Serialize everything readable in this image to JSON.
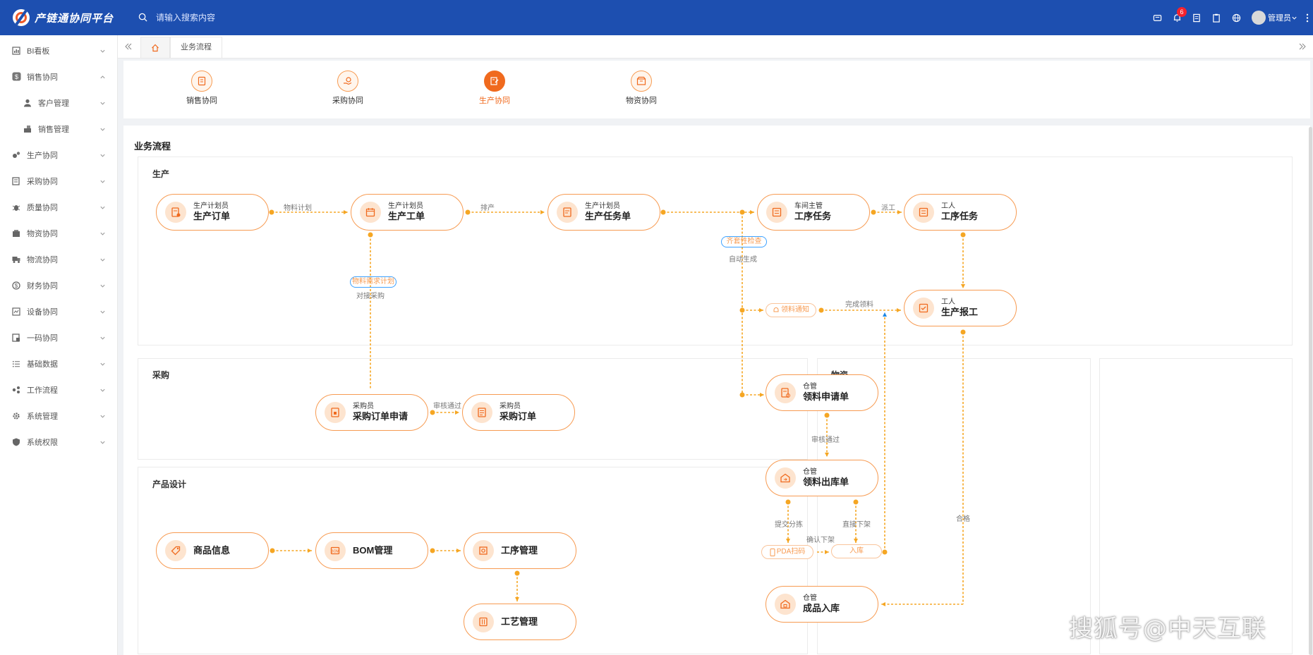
{
  "app": {
    "title": "产链通协同平台"
  },
  "search": {
    "placeholder": "请输入搜索内容"
  },
  "header": {
    "notification_count": "6",
    "user_name": "管理员"
  },
  "sidebar": {
    "items": [
      {
        "label": "BI看板",
        "icon": "bi-dashboard-icon"
      },
      {
        "label": "销售协同",
        "icon": "dollar-icon"
      },
      {
        "label": "客户管理",
        "icon": "user-icon"
      },
      {
        "label": "销售管理",
        "icon": "sales-icon"
      },
      {
        "label": "生产协同",
        "icon": "production-icon"
      },
      {
        "label": "采购协同",
        "icon": "purchase-icon"
      },
      {
        "label": "质量协同",
        "icon": "bug-icon"
      },
      {
        "label": "物资协同",
        "icon": "material-icon"
      },
      {
        "label": "物流协同",
        "icon": "truck-icon"
      },
      {
        "label": "财务协同",
        "icon": "finance-icon"
      },
      {
        "label": "设备协同",
        "icon": "device-icon"
      },
      {
        "label": "一码协同",
        "icon": "code-icon"
      },
      {
        "label": "基础数据",
        "icon": "list-icon"
      },
      {
        "label": "工作流程",
        "icon": "workflow-icon"
      },
      {
        "label": "系统管理",
        "icon": "gear-icon"
      },
      {
        "label": "系统权限",
        "icon": "shield-icon"
      }
    ]
  },
  "tabs": {
    "current": "业务流程"
  },
  "modules": [
    {
      "label": "销售协同",
      "active": false
    },
    {
      "label": "采购协同",
      "active": false
    },
    {
      "label": "生产协同",
      "active": true
    },
    {
      "label": "物资协同",
      "active": false
    }
  ],
  "main": {
    "title": "业务流程"
  },
  "sections": {
    "production": "生产",
    "purchase": "采购",
    "design": "产品设计",
    "material": "物资"
  },
  "nodes": {
    "prod_order": {
      "role": "生产计划员",
      "name": "生产订单"
    },
    "work_order": {
      "role": "生产计划员",
      "name": "生产工单"
    },
    "task_order": {
      "role": "生产计划员",
      "name": "生产任务单"
    },
    "proc_task_mgr": {
      "role": "车间主管",
      "name": "工序任务"
    },
    "proc_task_worker": {
      "role": "工人",
      "name": "工序任务"
    },
    "prod_report": {
      "role": "工人",
      "name": "生产报工"
    },
    "purchase_req": {
      "role": "采购员",
      "name": "采购订单申请"
    },
    "purchase_order": {
      "role": "采购员",
      "name": "采购订单"
    },
    "pick_request": {
      "role": "仓管",
      "name": "领料申请单"
    },
    "pick_out": {
      "role": "仓管",
      "name": "领料出库单"
    },
    "finished_in": {
      "role": "仓管",
      "name": "成品入库"
    },
    "product_info": {
      "role": "",
      "name": "商品信息"
    },
    "bom": {
      "role": "",
      "name": "BOM管理"
    },
    "process_mgmt": {
      "role": "",
      "name": "工序管理"
    },
    "craft_mgmt": {
      "role": "",
      "name": "工艺管理"
    }
  },
  "edges": {
    "material_plan": "物料计划",
    "schedule": "排产",
    "dispatch": "派工",
    "auto_gen": "自动生成",
    "procure": "对接采购",
    "approved_1": "审核通过",
    "approved_2": "审核通过",
    "finish_pick": "完成领料",
    "submit_sort": "提交分拣",
    "direct_shelf": "直接下架",
    "confirm_shelf": "确认下架",
    "qualified": "合格"
  },
  "pills": {
    "completeness_check": "齐套性检查",
    "material_demand_plan": "物料需求计划",
    "pick_notice": "领料通知",
    "pda_scan": "PDA扫码",
    "stock_in": "入库"
  },
  "watermark": "搜狐号@中天互联",
  "colors": {
    "header_bg": "#1d4fb0",
    "accent": "#f79b52",
    "accent_active": "#f06a1e",
    "dash_line": "#f5a623",
    "badge": "#f5222d"
  }
}
